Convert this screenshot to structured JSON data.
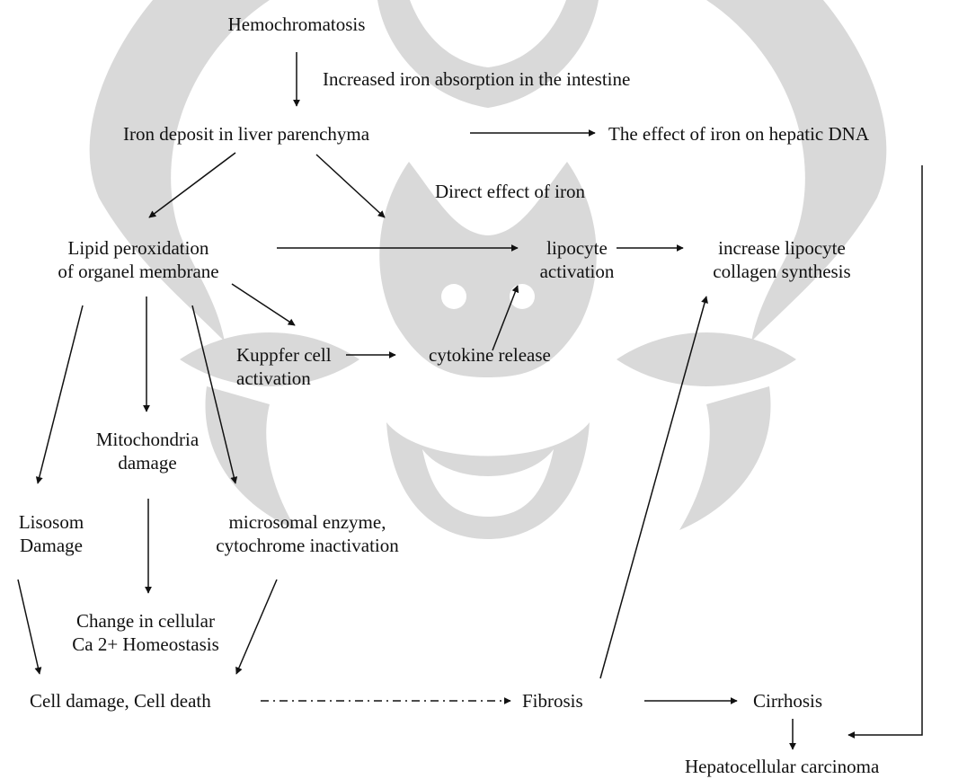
{
  "colors": {
    "ink": "#111111",
    "watermark": "#d9d9d9",
    "background": "#ffffff"
  },
  "watermark": {
    "kind": "faint decorative mask emblem",
    "color": "#d9d9d9"
  },
  "nodes": {
    "hemochromatosis": [
      "Hemochromatosis"
    ],
    "increased_absorption": [
      "Increased iron absorption in the intestine"
    ],
    "iron_deposit": [
      "Iron deposit in liver parenchyma"
    ],
    "effect_on_dna": [
      "The effect of iron on hepatic DNA"
    ],
    "direct_effect": [
      "Direct effect of iron"
    ],
    "lipid_peroxidation": [
      "Lipid peroxidation",
      "of organel membrane"
    ],
    "lipocyte_activation": [
      "lipocyte",
      "activation"
    ],
    "collagen_synthesis": [
      "increase lipocyte",
      "collagen synthesis"
    ],
    "kupffer_activation": [
      "Kuppfer cell",
      "activation"
    ],
    "cytokine_release": [
      "cytokine release"
    ],
    "mitochondria_damage": [
      "Mitochondria",
      "damage"
    ],
    "lisosom_damage": [
      "Lisosom",
      "Damage"
    ],
    "microsomal_inactivation": [
      "microsomal enzyme,",
      "cytochrome inactivation"
    ],
    "calcium_homeostasis": [
      "Change in cellular",
      "Ca 2+ Homeostasis"
    ],
    "cell_death": [
      "Cell damage, Cell death"
    ],
    "fibrosis": [
      "Fibrosis"
    ],
    "cirrhosis": [
      "Cirrhosis"
    ],
    "carcinoma": [
      "Hepatocellular carcinoma"
    ]
  }
}
